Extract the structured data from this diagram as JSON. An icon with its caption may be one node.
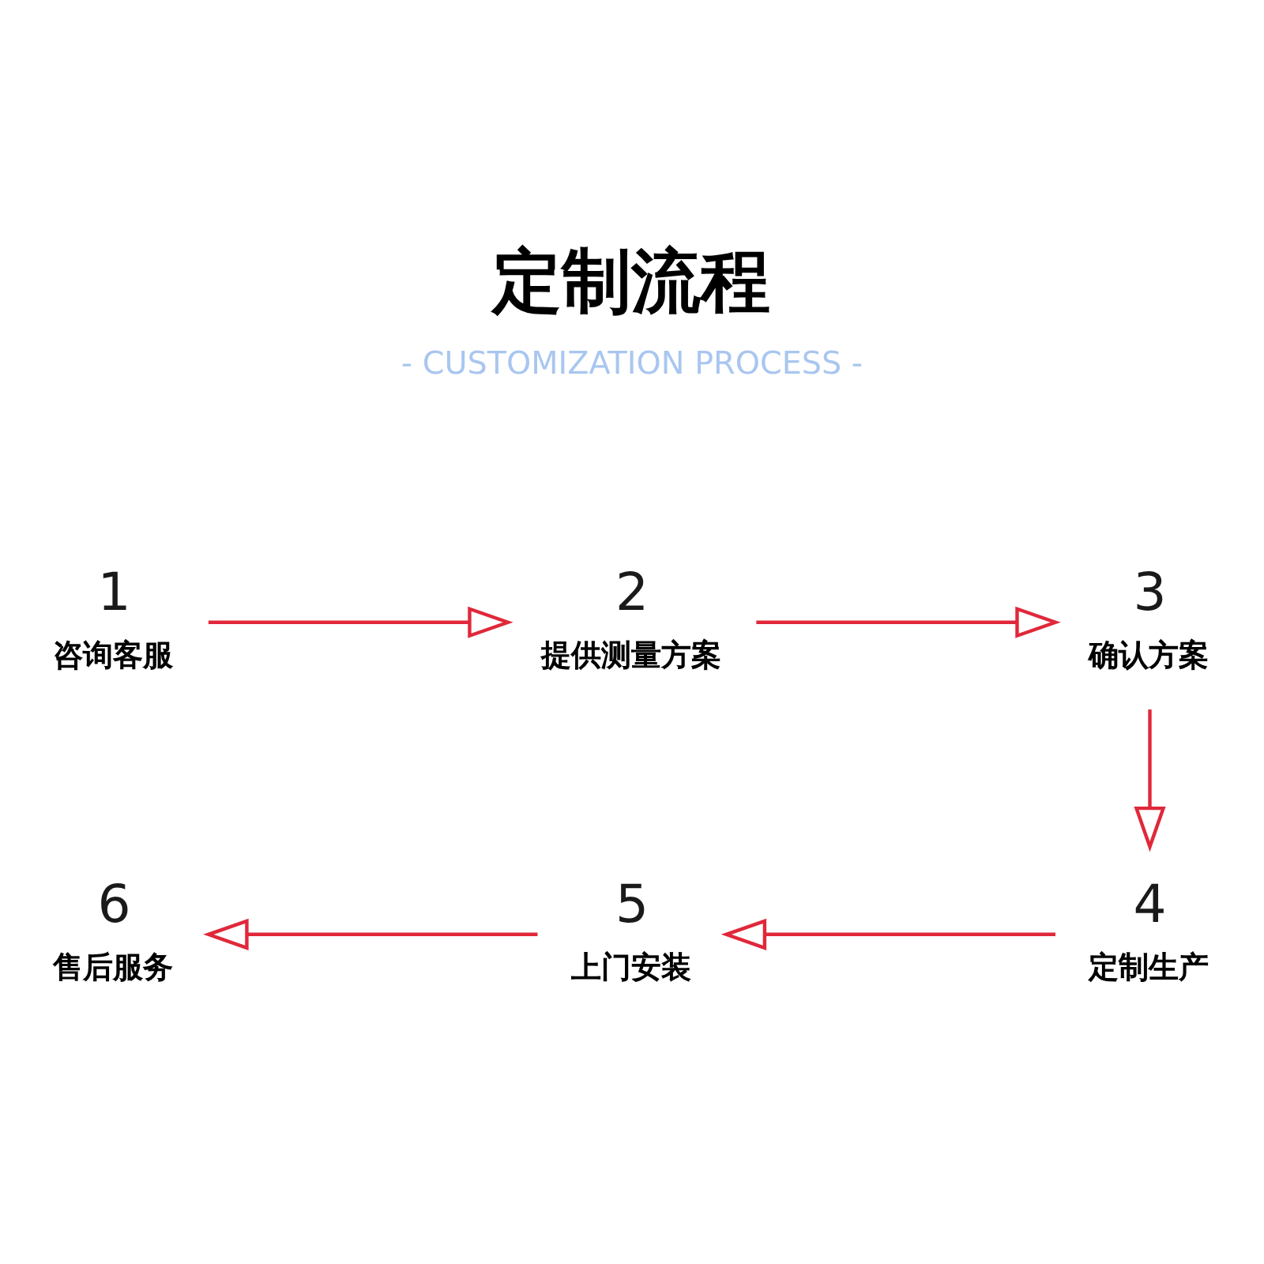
{
  "diagram": {
    "title": "定制流程",
    "nodes": [
      {
        "text": [
          "1",
          "咨询客服"
        ]
      },
      {
        "text": [
          "2",
          "提供测量方案"
        ]
      },
      {
        "text": [
          "3",
          "确认方案"
        ]
      },
      {
        "text": [
          "4",
          "定制生产"
        ]
      },
      {
        "text": [
          "5",
          "上门安装"
        ]
      },
      {
        "text": [
          "6",
          "售后服务"
        ]
      }
    ],
    "edges": [
      {
        "from": 0,
        "to": 1,
        "arrow": "to"
      },
      {
        "from": 1,
        "to": 2,
        "arrow": "to"
      },
      {
        "from": 2,
        "to": 3,
        "arrow": "to"
      },
      {
        "from": 3,
        "to": 4,
        "arrow": "to"
      },
      {
        "from": 4,
        "to": 5,
        "arrow": "to"
      }
    ],
    "labels": [
      "- CUSTOMIZATION PROCESS -"
    ]
  }
}
